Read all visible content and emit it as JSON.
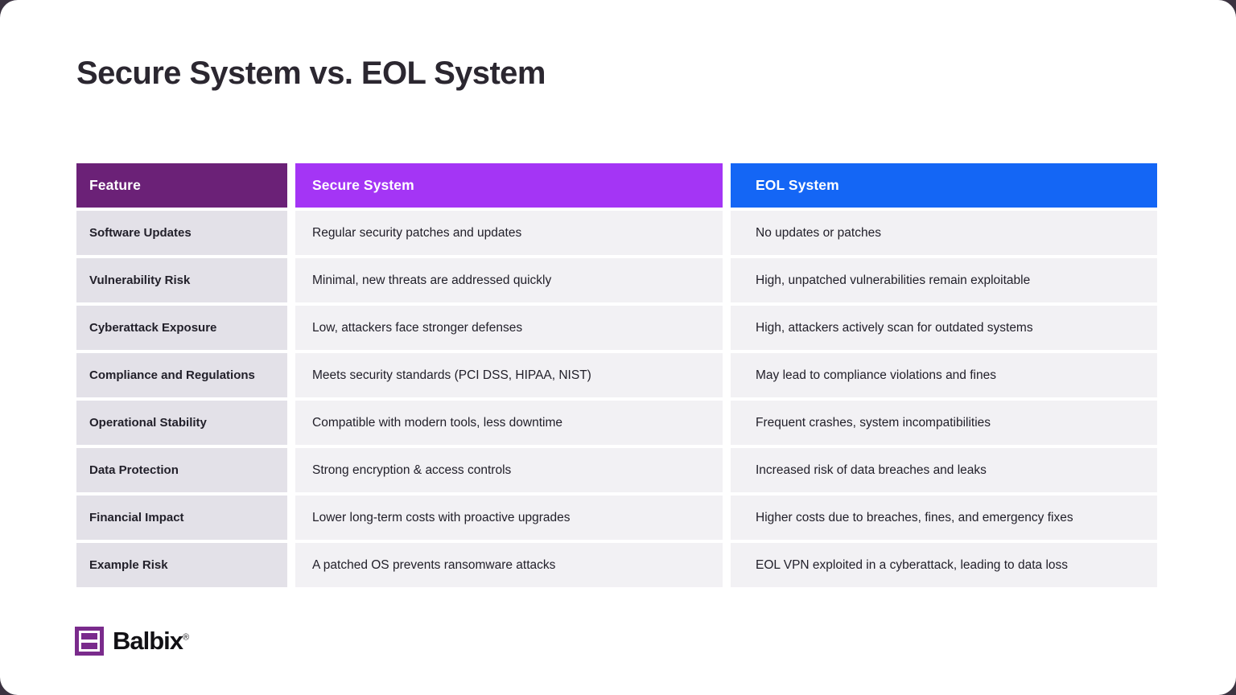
{
  "page": {
    "title": "Secure System vs. EOL System",
    "background": "#ffffff"
  },
  "colors": {
    "header_feature": "#6b2177",
    "header_secure": "#a435f5",
    "header_eol": "#1466f5",
    "cell_feature_bg": "#e3e1e8",
    "cell_value_bg": "#f2f1f4",
    "text_dark": "#22202a",
    "logo_purple": "#7a2b8c"
  },
  "table": {
    "headers": [
      "Feature",
      "Secure System",
      "EOL System"
    ],
    "rows": [
      {
        "feature": "Software Updates",
        "secure": "Regular security patches and updates",
        "eol": "No updates or patches"
      },
      {
        "feature": "Vulnerability Risk",
        "secure": "Minimal, new threats are addressed quickly",
        "eol": "High, unpatched vulnerabilities remain exploitable"
      },
      {
        "feature": "Cyberattack Exposure",
        "secure": "Low, attackers face stronger defenses",
        "eol": "High, attackers actively scan for outdated systems"
      },
      {
        "feature": "Compliance and Regulations",
        "secure": "Meets security standards (PCI DSS, HIPAA, NIST)",
        "eol": "May lead to compliance violations and fines"
      },
      {
        "feature": "Operational Stability",
        "secure": "Compatible with modern tools, less downtime",
        "eol": "Frequent crashes, system incompatibilities"
      },
      {
        "feature": "Data Protection",
        "secure": "Strong encryption & access controls",
        "eol": "Increased risk of data breaches and leaks"
      },
      {
        "feature": "Financial Impact",
        "secure": "Lower long-term costs with proactive upgrades",
        "eol": "Higher costs due to breaches, fines, and emergency fixes"
      },
      {
        "feature": "Example Risk",
        "secure": "A patched OS prevents ransomware attacks",
        "eol": "EOL VPN exploited in a cyberattack, leading to data loss"
      }
    ]
  },
  "logo": {
    "name": "Balbix",
    "registered_mark": "®",
    "icon": "balbix-logo-mark"
  }
}
